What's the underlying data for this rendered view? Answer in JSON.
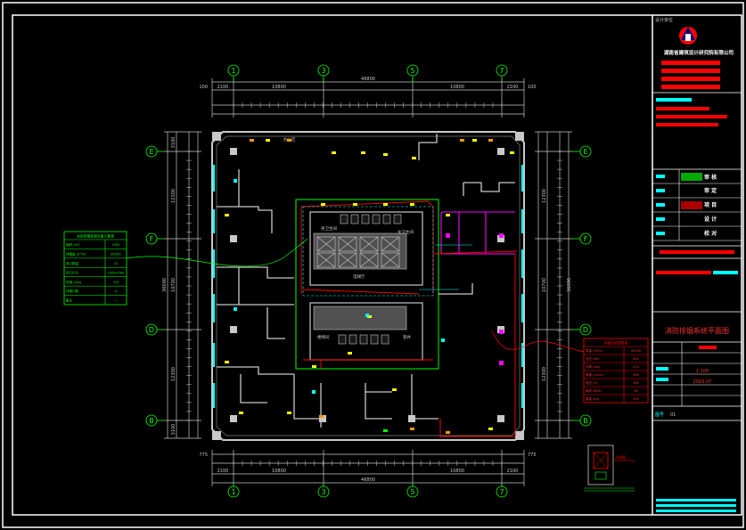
{
  "colors": {
    "bg": "#000000",
    "frame": "#ffffff",
    "wall": "#c8c8c8",
    "green": "#00ff00",
    "cyan": "#00ffff",
    "magenta": "#ff00ff",
    "red": "#ff0000",
    "yellow": "#ffff00",
    "orange": "#ff9900",
    "gray": "#808080"
  },
  "axes": {
    "top": [
      "1",
      "3",
      "5",
      "7"
    ],
    "left": [
      "E",
      "F",
      "D",
      "B"
    ]
  },
  "dimensions": {
    "total_top": "46800",
    "total_bottom": "46800",
    "span_a": "2100",
    "span_b": "10800",
    "span_c": "10800",
    "span_d": "2100",
    "side_total": "36000",
    "side_span_a": "12300",
    "side_span_b": "10700",
    "side_span_c": "12300",
    "edge_a": "100",
    "edge_b": "3100",
    "edge_c": "775"
  },
  "plan_labels": {
    "lift_hall": "电梯厅",
    "toilet_left": "男卫生间",
    "toilet_right": "女卫生间",
    "shaft": "管井",
    "stair": "楼梯间",
    "office": "办公区"
  },
  "title_block": {
    "design_unit_label": "设计单位",
    "company": "湖南省建筑设计研究院有限公司",
    "drawing_title": "消防排烟系统平面图",
    "scale": "1:100",
    "date": "2020.07",
    "drawing_no_label": "图号",
    "drawing_no": "01",
    "roles": [
      "审 核",
      "审 定",
      "项 目",
      "设 计",
      "校 对"
    ]
  },
  "left_table": {
    "header": "本层排烟系统风量计算表",
    "rows": [
      [
        "面积 (m²)",
        "1350"
      ],
      [
        "排烟量 (m³/h)",
        "81000"
      ],
      [
        "风口数量",
        "12"
      ],
      [
        "风口尺寸",
        "1000×500"
      ],
      [
        "风速 (m/s)",
        "3.8"
      ],
      [
        "排烟口数",
        "4"
      ],
      [
        "备注",
        "—"
      ]
    ]
  },
  "right_table": {
    "header": "排烟风机参数表",
    "rows": [
      [
        "风量 (m³/h)",
        "42000"
      ],
      [
        "全压 (Pa)",
        "800"
      ],
      [
        "功率 (kW)",
        "15.0"
      ],
      [
        "转速 (r/min)",
        "960"
      ],
      [
        "电压 (V)",
        "380"
      ],
      [
        "噪声 dB(A)",
        "85"
      ],
      [
        "重量 (kg)",
        "520"
      ]
    ]
  },
  "detail_label": "大样图"
}
